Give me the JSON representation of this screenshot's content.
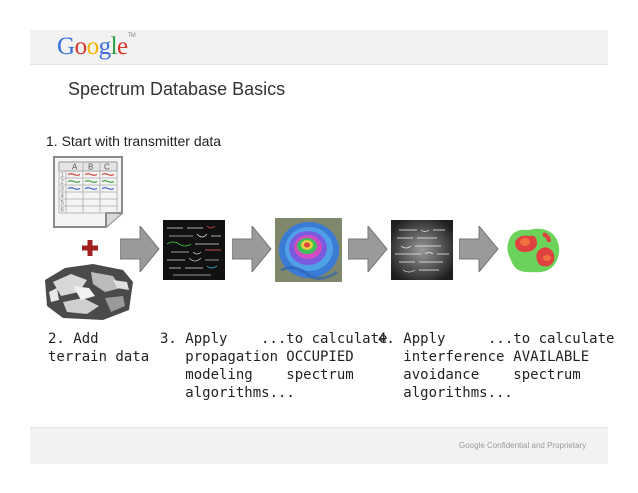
{
  "header": {
    "logo_text": "Google",
    "logo_mark": "TM"
  },
  "slide": {
    "title": "Spectrum Database Basics",
    "step1": "1. Start with transmitter data",
    "plus_icon": "plus-icon",
    "spreadsheet_headers": [
      "A",
      "B",
      "C"
    ],
    "spreadsheet_rows": [
      "1",
      "2",
      "3",
      "4",
      "5",
      "6"
    ],
    "captions": [
      "2. Add\nterrain data",
      "3. Apply\n   propagation\n   modeling\n   algorithms...",
      "...to calculate\n   OCCUPIED\n   spectrum",
      "4. Apply\n   interference\n   avoidance\n   algorithms...",
      "...to calculate\n   AVAILABLE\n   spectrum"
    ]
  },
  "footer": {
    "note": "Google Confidential and Proprietary"
  },
  "colors": {
    "arrow": "#9a9a9a",
    "plus": "#a02020",
    "heat_available": "#e04040",
    "heat_base": "#6bd35a"
  }
}
